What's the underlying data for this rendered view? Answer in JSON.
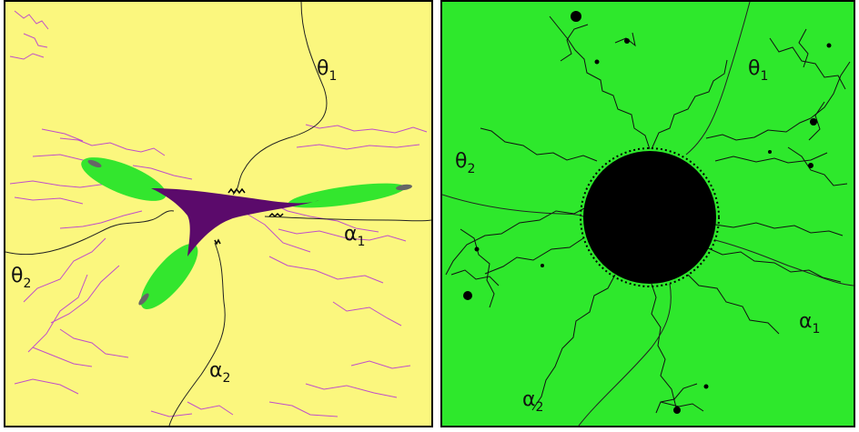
{
  "left_panel": {
    "background_color": "#fbf77e",
    "filament_color": "#c04fc9",
    "lobe_color": "#33e62e",
    "core_color": "#5b0a6b",
    "curve_color": "#222222",
    "labels": {
      "theta1": {
        "base": "θ",
        "sub": "1"
      },
      "theta2": {
        "base": "θ",
        "sub": "2"
      },
      "alpha1": {
        "base": "α",
        "sub": "1"
      },
      "alpha2": {
        "base": "α",
        "sub": "2"
      }
    }
  },
  "right_panel": {
    "background_color": "#2ee82c",
    "filament_color": "#111111",
    "disk_color": "#000000",
    "curve_color": "#222222",
    "labels": {
      "theta1": {
        "base": "θ",
        "sub": "1"
      },
      "theta2": {
        "base": "θ",
        "sub": "2"
      },
      "alpha1": {
        "base": "α",
        "sub": "1"
      },
      "alpha2": {
        "base": "α",
        "sub": "2"
      }
    }
  }
}
